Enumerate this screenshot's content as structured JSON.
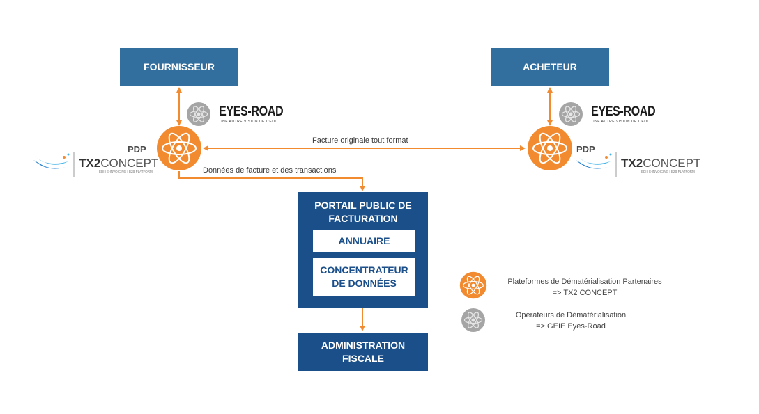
{
  "actors": {
    "supplier": "FOURNISSEUR",
    "buyer": "ACHETEUR"
  },
  "pdp_label": "PDP",
  "flows": {
    "original_invoice": "Facture originale tout format",
    "invoice_data": "Données de facture et des transactions"
  },
  "portal": {
    "title_line1": "PORTAIL PUBLIC DE",
    "title_line2": "FACTURATION",
    "directory": "ANNUAIRE",
    "concentrator_line1": "CONCENTRATEUR",
    "concentrator_line2": "DE DONNÉES"
  },
  "tax_admin": {
    "line1": "ADMINISTRATION",
    "line2": "FISCALE"
  },
  "logos": {
    "eyes_road": {
      "name": "EYES-ROAD",
      "tagline": "UNE AUTRE VISION DE L'EDI"
    },
    "tx2concept": {
      "name_bold": "TX2",
      "name_rest": "CONCEPT",
      "tagline": "EDI | E-INVOICING | B2B PLATFORM"
    }
  },
  "legend": {
    "partner_platforms": {
      "line1": "Plateformes de Dématérialisation Partenaires",
      "line2": "=> TX2 CONCEPT",
      "icon": "orange-atom-icon"
    },
    "operators": {
      "line1": "Opérateurs de Dématérialisation",
      "line2": "=> GEIE Eyes-Road",
      "icon": "grey-atom-icon"
    }
  },
  "colors": {
    "orange": "#f28b30",
    "steel_blue": "#336f9e",
    "navy": "#1b4f8a",
    "grey": "#a5a5a5"
  }
}
